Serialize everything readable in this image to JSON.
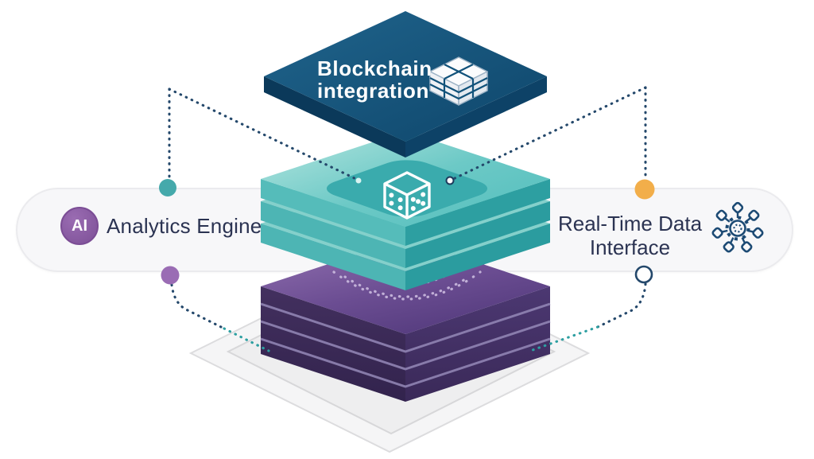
{
  "stack": {
    "blockchain_layer": {
      "label_line1": "Blockchain",
      "label_line2": "integration",
      "icon": "block-grid-icon",
      "color": "#11527a"
    },
    "analytics_layer": {
      "icon": "dice-cube-icon",
      "color": "#5ac1c0"
    },
    "data_layer": {
      "color": "#4a3570"
    }
  },
  "left_label": {
    "badge": "AI",
    "text": "Analytics Engine",
    "badge_color": "#8a5ba5",
    "top_dot_color": "#45a9ab",
    "bottom_dot_color": "#9a6cb4"
  },
  "right_label": {
    "line1": "Real-Time Data",
    "line2": "Interface",
    "icon": "gear-network-icon",
    "top_dot_color": "#f2ae4a"
  },
  "connectors": {
    "style": "dotted",
    "navy": "#24486b",
    "teal": "#2d9fa1"
  }
}
